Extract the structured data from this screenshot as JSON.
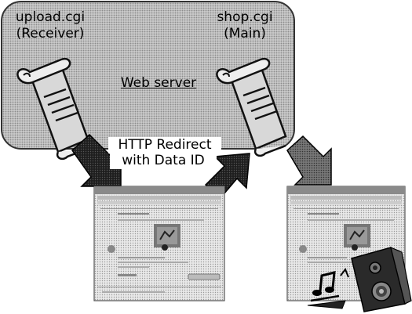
{
  "diagram": {
    "receiver": {
      "name": "upload.cgi",
      "role": "(Receiver)",
      "icon": "script-scroll-icon"
    },
    "main": {
      "name": "shop.cgi",
      "role": "(Main)",
      "icon": "script-scroll-icon"
    },
    "server_label": "Web server",
    "redirect_label_line1": "HTTP Redirect",
    "redirect_label_line2": "with Data ID",
    "left_browser_icon": "browser-window-screenshot-icon",
    "right_browser_icon": "browser-window-screenshot-icon",
    "speaker_icon": "speaker-music-icon",
    "colors": {
      "server_box": "#c8c8c8",
      "arrow_dark": "#2a2a2a",
      "arrow_gray": "#7a7a7a"
    }
  }
}
